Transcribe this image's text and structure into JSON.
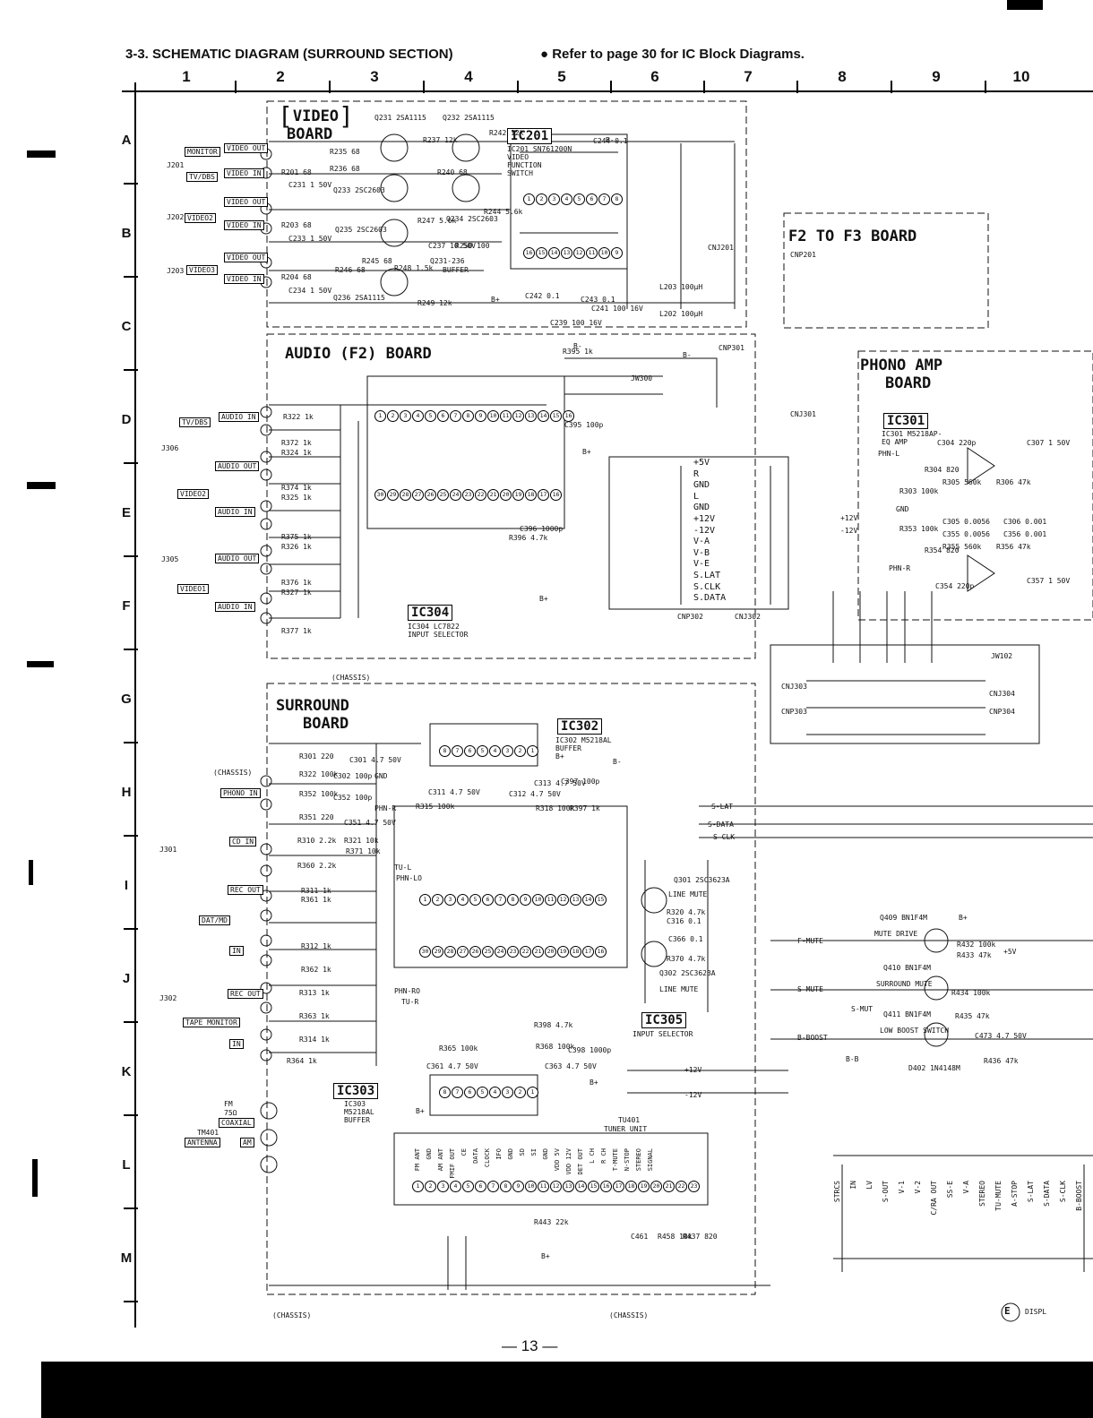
{
  "header": {
    "title": "3-3. SCHEMATIC DIAGRAM (SURROUND SECTION)",
    "note": "● Refer to page 30 for IC Block Diagrams."
  },
  "grid": {
    "columns": [
      "1",
      "2",
      "3",
      "4",
      "5",
      "6",
      "7",
      "8",
      "9",
      "10"
    ],
    "rows": [
      "A",
      "B",
      "C",
      "D",
      "E",
      "F",
      "G",
      "H",
      "I",
      "J",
      "K",
      "L",
      "M"
    ]
  },
  "boards": {
    "video": {
      "line1": "VIDEO",
      "line2": "BOARD"
    },
    "audio": "AUDIO (F2) BOARD",
    "f2f3": "F2 TO F3 BOARD",
    "phono": {
      "line1": "PHONO AMP",
      "line2": "BOARD"
    },
    "surround": {
      "line1": "SURROUND",
      "line2": "BOARD"
    }
  },
  "ics": {
    "ic201": {
      "label": "IC201",
      "desc": [
        "IC201 SN761200N",
        "VIDEO",
        "FUNCTION",
        "SWITCH"
      ]
    },
    "ic301": {
      "label": "IC301",
      "desc": [
        "IC301 M5218AP-",
        "EQ AMP"
      ]
    },
    "ic302": {
      "label": "IC302",
      "desc": [
        "IC302 M5218AL",
        "BUFFER"
      ]
    },
    "ic303": {
      "label": "IC303",
      "desc": [
        "IC303",
        "M5218AL",
        "BUFFER"
      ]
    },
    "ic304": {
      "label": "IC304",
      "desc": [
        "IC304 LC7822",
        "INPUT SELECTOR"
      ]
    },
    "ic305": {
      "label": "IC305",
      "desc": [
        "INPUT SELECTOR"
      ]
    }
  },
  "jacks": {
    "monitor": "MONITOR",
    "tv_dbs": "TV/DBS",
    "video1": "VIDEO1",
    "video2": "VIDEO2",
    "video3": "VIDEO3",
    "video_out": "VIDEO OUT",
    "video_in": "VIDEO IN",
    "audio_in": "AUDIO IN",
    "audio_out": "AUDIO OUT",
    "phono_in": "PHONO IN",
    "cd_in": "CD IN",
    "rec_out": "REC OUT",
    "dat_md": "DAT/MD",
    "in": "IN",
    "tape_monitor": "TAPE MONITOR",
    "fm": "FM",
    "fm_imp": "75Ω",
    "coaxial": "COAXIAL",
    "antenna": "ANTENNA",
    "am": "AM",
    "tm401": "TM401",
    "j201": "J201",
    "j202": "J202",
    "j203": "J203",
    "j306": "J306",
    "j305": "J305",
    "j301": "J301",
    "j302": "J302",
    "chassis": "(CHASSIS)"
  },
  "parts": {
    "q231": "Q231 2SA1115",
    "q232": "Q232 2SA1115",
    "q233": "Q233 2SC2603",
    "q234": "Q234 2SC2603",
    "q235": "Q235 2SC2603",
    "q236": "Q236 2SA1115",
    "q231_236": "Q231-236",
    "buffer": "BUFFER",
    "r235": "R235 68",
    "r236": "R236 68",
    "r201": "R201 68",
    "r203": "R203 68",
    "r204": "R204 68",
    "r245": "R245 68",
    "r246": "R246 68",
    "r247": "R247 5.6k",
    "r248": "R248 1.5k",
    "r249": "R249 12k",
    "r250": "R250 100",
    "r240": "R240 68",
    "r242": "R242 12k",
    "r244": "R244 5.6k",
    "r237": "R237 12k",
    "c231": "C231 1 50V",
    "c233": "C233 1 50V",
    "c234": "C234 1 50V",
    "c244": "C244 0.1",
    "c243": "C243 0.1",
    "c241": "C241 100 16V",
    "c239": "C239 100 16V",
    "c237": "C237 10 50V",
    "c242": "C242 0.1",
    "l203": "L203 100µH",
    "l202": "L202 100µH",
    "cnj201": "CNJ201",
    "cnp201": "CNP201",
    "cnp301": "CNP301",
    "cnj301": "CNJ301",
    "cnp302": "CNP302",
    "cnj302": "CNJ302",
    "cnj303": "CNJ303",
    "cnp303": "CNP303",
    "cnj304": "CNJ304",
    "cnp304": "CNP304",
    "r395": "R395 1k",
    "jw300": "JW300",
    "c395": "C395 100p",
    "c396": "C396 1000p",
    "r396": "R396 4.7k",
    "r322": "R322 1k",
    "r372": "R372 1k",
    "r324": "R324 1k",
    "r374": "R374 1k",
    "r325": "R325 1k",
    "r375": "R375 1k",
    "r326": "R326 1k",
    "r376": "R376 1k",
    "r327": "R327 1k",
    "r377": "R377 1k",
    "r304": "R304 820",
    "r305": "R305 560k",
    "r306": "R306 47k",
    "r303": "R303 100k",
    "r353": "R353 100k",
    "r354": "R354 820",
    "r355": "R355 560k",
    "r356": "R356 47k",
    "c305": "C305 0.0056",
    "c306": "C306 0.001",
    "c355": "C355 0.0056",
    "c356": "C356 0.001",
    "c304": "C304 220p",
    "c354": "C354 220p",
    "c357": "C357 1 50V",
    "c307": "C307 1 50V",
    "gnd": "GND",
    "phn_l": "PHN-L",
    "phn_r": "PHN-R",
    "phn_lo": "PHN-LO",
    "phn_ro": "PHN-RO",
    "jw102": "JW102",
    "r301": "R301 220",
    "c301": "C301 4.7 50V",
    "r322b": "R322 100k",
    "c302": "C302 100p",
    "r352": "R352 100k",
    "c352": "C352 100p",
    "r351": "R351 220",
    "c351": "C351 4.7 50V",
    "r310": "R310 2.2k",
    "r321": "R321 10k",
    "r371": "R371 10k",
    "r360": "R360 2.2k",
    "r311": "R311 1k",
    "r361": "R361 1k",
    "r312": "R312 1k",
    "r362": "R362 1k",
    "r313": "R313 1k",
    "r363": "R363 1k",
    "r314": "R314 1k",
    "r364": "R364 1k",
    "c311": "C311 4.7 50V",
    "r315": "R315 100k",
    "c397": "C397 100p",
    "r397": "R397 1k",
    "r318": "R318 100k",
    "c313": "C313 4.7 50V",
    "c312": "C312 4.7 50V",
    "r365": "R365 100k",
    "c361": "C361 4.7 50V",
    "c363": "C363 4.7 50V",
    "c398": "C398 1000p",
    "r398": "R398 4.7k",
    "r368": "R368 100k",
    "q301": "Q301 2SC3623A",
    "line_mute": "LINE MUTE",
    "r320": "R320 4.7k",
    "c316": "C316 0.1",
    "c366": "C366 0.1",
    "r370": "R370 4.7k",
    "q302": "Q302 2SC3623A",
    "q409": "Q409 BN1F4M",
    "mute_drive": "MUTE DRIVE",
    "q410": "Q410 BN1F4M",
    "surround_mute": "SURROUND MUTE",
    "q411": "Q411 BN1F4M",
    "low_boost": "LOW BOOST SWITCH",
    "r432": "R432 100k",
    "r433": "R433 47k",
    "r434": "R434 100k",
    "r435": "R435 47k",
    "c473": "C473 4.7 50V",
    "r436": "R436 47k",
    "d402": "D402 1N4148M",
    "f_mute": "F-MUTE",
    "s_mute": "S-MUTE",
    "s_mut": "S-MUT",
    "b_boost": "B-BOOST",
    "b_b": "B-B",
    "s_lat": "S-LAT",
    "s_data": "S-DATA",
    "s_clk": "S-CLK",
    "tu_l": "TU-L",
    "tu_r": "TU-R",
    "tu401": "TU401",
    "tuner_unit": "TUNER UNIT",
    "r443": "R443 22k",
    "r437": "R437 820",
    "c461": "C461",
    "r458": "R458 10k",
    "display": "DISPL",
    "e_marker": "E",
    "plus12v": "+12V",
    "minus12v": "-12V",
    "plus5v": "+5V",
    "b_plus": "B+",
    "b_minus": "B-"
  },
  "connector_signals": [
    "+5V",
    "R",
    "GND",
    "L",
    "GND",
    "+12V",
    "-12V",
    "V-A",
    "V-B",
    "V-E",
    "S.LAT",
    "S.CLK",
    "S.DATA"
  ],
  "ic304_pins_top": [
    "1",
    "2",
    "3",
    "4",
    "5",
    "6",
    "7",
    "8",
    "9",
    "10",
    "11",
    "12",
    "13",
    "14",
    "15",
    "16"
  ],
  "ic304_pins_bot": [
    "30",
    "29",
    "28",
    "27",
    "26",
    "25",
    "24",
    "23",
    "22",
    "21",
    "20",
    "19",
    "18",
    "17",
    "16"
  ],
  "ic305_pins_top": [
    "1",
    "2",
    "3",
    "4",
    "5",
    "6",
    "7",
    "8",
    "9",
    "10",
    "11",
    "12",
    "13",
    "14",
    "15"
  ],
  "ic305_pins_bot": [
    "30",
    "29",
    "28",
    "27",
    "26",
    "25",
    "24",
    "23",
    "22",
    "21",
    "20",
    "19",
    "18",
    "17",
    "16"
  ],
  "ic201_pins_top": [
    "1",
    "2",
    "3",
    "4",
    "5",
    "6",
    "7",
    "8"
  ],
  "ic201_pins_bot": [
    "16",
    "15",
    "14",
    "13",
    "12",
    "11",
    "10",
    "9"
  ],
  "ic302_pins": [
    "8",
    "7",
    "6",
    "5",
    "4",
    "3",
    "2",
    "1"
  ],
  "ic303_pins": [
    "8",
    "7",
    "6",
    "5",
    "4",
    "3",
    "2",
    "1"
  ],
  "tu401_pins": [
    "1",
    "2",
    "3",
    "4",
    "5",
    "6",
    "7",
    "8",
    "9",
    "10",
    "11",
    "12",
    "13",
    "14",
    "15",
    "16",
    "17",
    "18",
    "19",
    "20",
    "21",
    "22",
    "23"
  ],
  "tu401_pin_names": [
    "FM ANT",
    "GND",
    "AM ANT",
    "FMIF OUT",
    "CE",
    "DATA",
    "CLOCK",
    "IFO",
    "GND",
    "SD",
    "SI",
    "GND",
    "VDD 5V",
    "VDD 12V",
    "DET OUT",
    "L CH",
    "R CH",
    "T-MUTE",
    "N-STOP",
    "STEREO",
    "SIGNAL"
  ],
  "bottom_bus": [
    "STRCS",
    "IN",
    "LV",
    "S-OUT",
    "V-1",
    "V-2",
    "C/RA OUT",
    "SS-E",
    "V-A",
    "STEREO",
    "TU-MUTE",
    "A-STOP",
    "S-LAT",
    "S-DATA",
    "S-CLK",
    "B-BOOST"
  ],
  "footer": {
    "page": "— 13 —"
  }
}
